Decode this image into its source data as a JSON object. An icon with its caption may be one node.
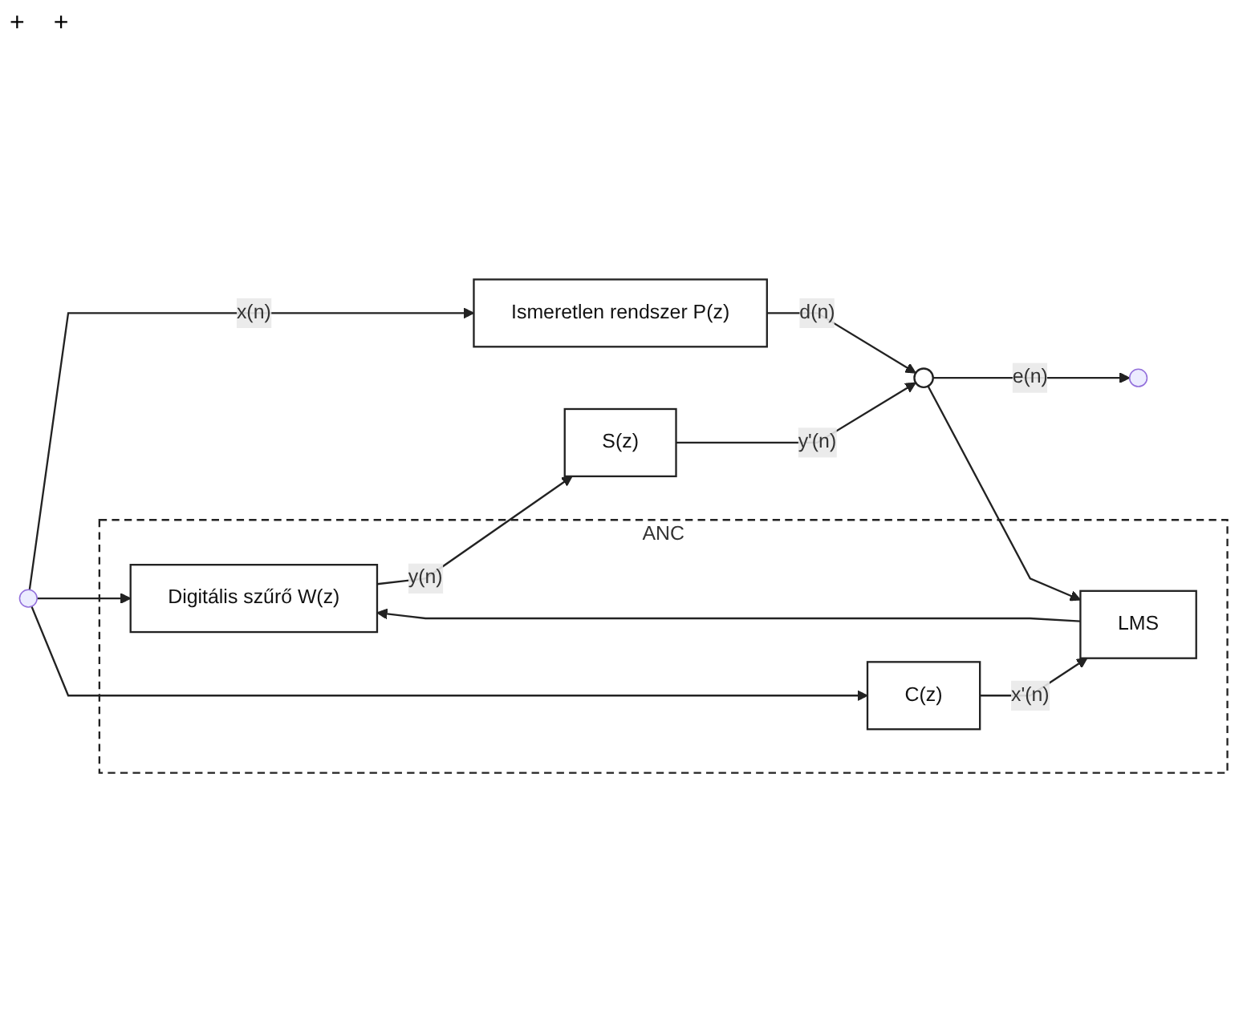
{
  "diagram": {
    "nodes": [
      {
        "text": [
          "ANC"
        ]
      },
      {
        "text": [
          "Ismeretlen rendszer P(z)"
        ]
      },
      {
        "text": [
          "Digitális szűrő W(z)"
        ],
        "in": 0
      },
      {
        "text": [
          "C(z)"
        ],
        "in": 0
      },
      {
        "text": [
          "LMS"
        ],
        "in": 0
      },
      {
        "text": [
          "S(z)"
        ]
      },
      {
        "text": [],
        "shape": "circle"
      }
    ],
    "edges": [
      {
        "from": null,
        "to": 1,
        "arrow": "to",
        "label": "x(n)"
      },
      {
        "from": null,
        "to": 2,
        "arrow": "to"
      },
      {
        "from": null,
        "to": 3,
        "arrow": "to"
      },
      {
        "from": 1,
        "to": 6,
        "arrow": "to",
        "label": "d(n)"
      },
      {
        "from": 2,
        "to": 5,
        "arrow": "to",
        "label": "y(n)"
      },
      {
        "from": 5,
        "to": 6,
        "arrow": "to",
        "label": "y'(n)"
      },
      {
        "from": 6,
        "to": null,
        "arrow": "to",
        "label": "e(n)"
      },
      {
        "from": 6,
        "to": 4,
        "arrow": "to"
      },
      {
        "from": 3,
        "to": 4,
        "arrow": "to",
        "label": "x'(n)"
      },
      {
        "from": 4,
        "to": 2,
        "arrow": "to"
      }
    ],
    "labels": [
      "+",
      "+"
    ]
  }
}
